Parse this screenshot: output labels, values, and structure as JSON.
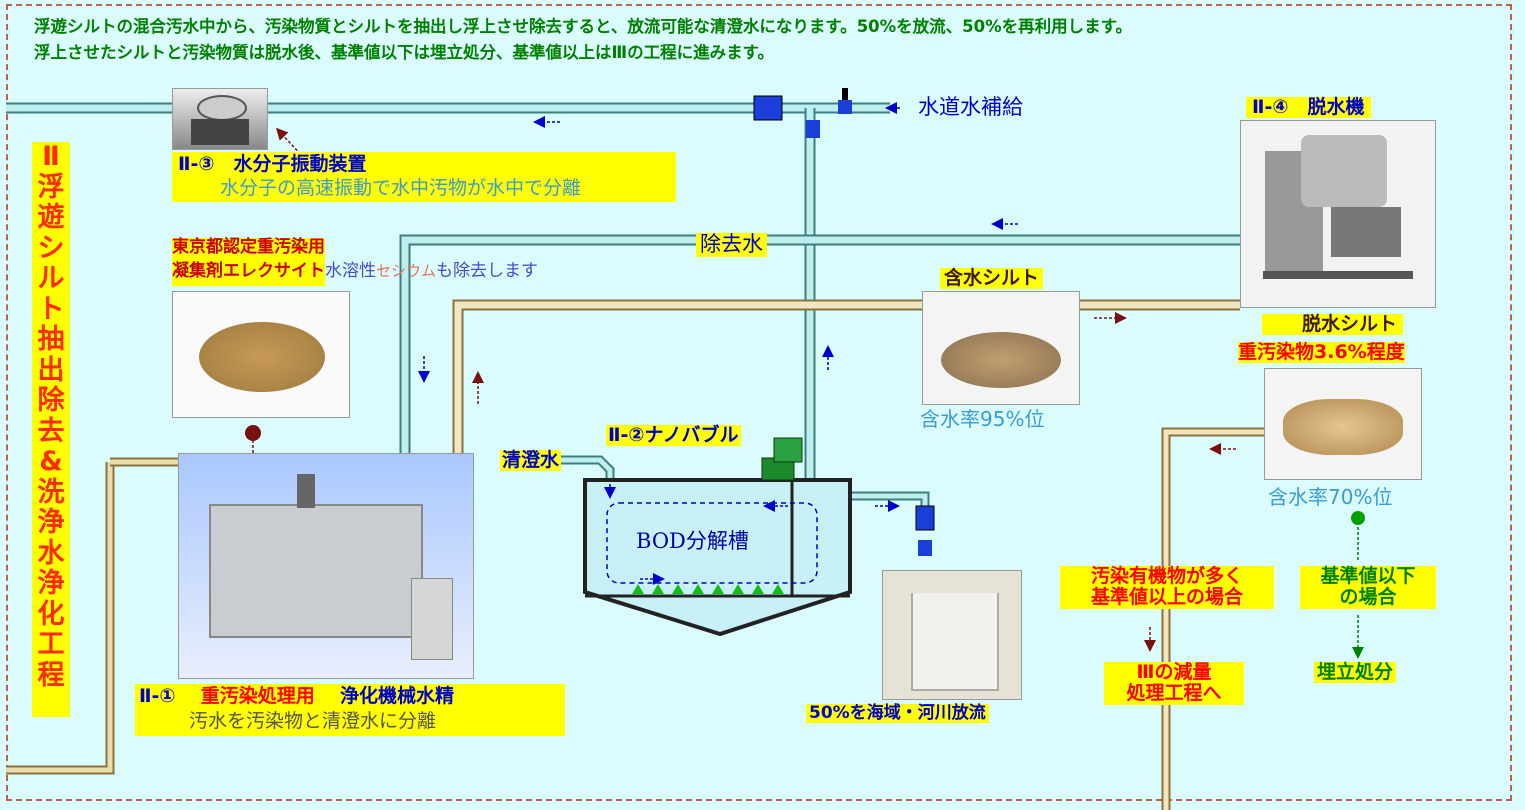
{
  "banner": {
    "line1": "浮遊シルトの混合汚水中から、汚染物質とシルトを抽出し浮上させ除去すると、放流可能な清澄水になります。50%を放流、50%を再利用します。",
    "line2": "浮上させたシルトと汚染物質は脱水後、基準値以下は埋立処分、基準値以上はⅢの工程に進みます。"
  },
  "side_title": [
    "Ⅱ",
    "浮",
    "遊",
    "シ",
    "ル",
    "ト",
    "抽",
    "出",
    "除",
    "去",
    "&",
    "洗",
    "浄",
    "水",
    "浄",
    "化",
    "工",
    "程"
  ],
  "vibration_device": {
    "title": "Ⅱ-③　水分子振動装置",
    "description": "水分子の高速振動で水中汚物が水中で分離"
  },
  "tap_water": "水道水補給",
  "dehydrator": {
    "title": "Ⅱ-④　脱水機"
  },
  "removed_water": "除去水",
  "coagulant": {
    "line1": "東京都認定重汚染用",
    "line2_red": "凝集剤エレクサイト",
    "line2_a": "水溶性",
    "line2_b": "セシウム",
    "line2_c": "も除去します"
  },
  "wet_silt": {
    "title": "含水シルト",
    "moisture": "含水率95%位"
  },
  "dewatered_silt": {
    "title": "脱水シルト",
    "contaminant": "重汚染物3.6%程度",
    "moisture": "含水率70%位"
  },
  "clear_water": "清澄水",
  "nanobubble": "Ⅱ-②ナノバブル",
  "bod_tank": "BOD分解槽",
  "discharge": "50%を海域・河川放流",
  "purifier": {
    "title_a": "Ⅱ-①",
    "title_b": "重汚染処理用",
    "title_c": "浄化機械水精",
    "description": "汚水を汚染物と清澄水に分離"
  },
  "high_case": {
    "line1": "汚染有機物が多く",
    "line2": "基準値以上の場合"
  },
  "next_stage": {
    "line1": "Ⅲの減量",
    "line2": "処理工程へ"
  },
  "low_case": {
    "line1": "基準値以下",
    "line2": "の場合"
  },
  "landfill": "埋立処分",
  "colors": {
    "background": "#dbfcfc",
    "highlight": "#ffff00",
    "banner_text": "#008000",
    "title_blue": "#0000cc",
    "warning_red": "#ff0000",
    "water_pipe": "#7fd6d6",
    "sludge_pipe": "#c8a64a"
  }
}
